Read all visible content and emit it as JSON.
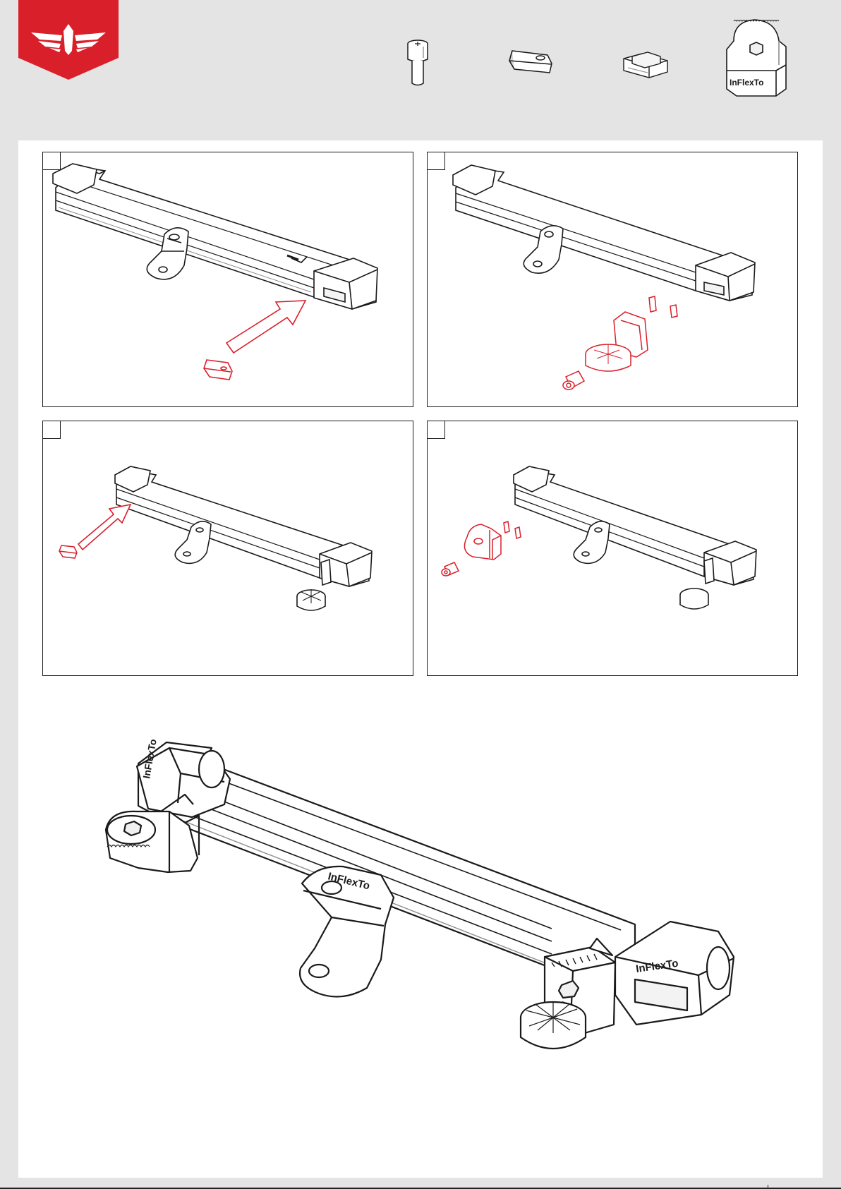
{
  "brand": {
    "accent": "#d91f2a",
    "line": "#1a1a1a",
    "sheet": "#ffffff",
    "background": "#e4e4e4"
  },
  "logo": {
    "icon": "winged-emblem-icon"
  },
  "parts": [
    {
      "name": "cap-screw",
      "icon": "cap-screw-icon"
    },
    {
      "name": "slot-nut",
      "icon": "slot-nut-icon"
    },
    {
      "name": "clamp-block",
      "icon": "clamp-block-icon"
    },
    {
      "name": "ratchet-knob-clamp",
      "icon": "ratchet-knob-clamp-icon"
    }
  ],
  "steps": [
    {
      "highlight": "slot-nut"
    },
    {
      "highlight": "ratchet-clamp-assembly"
    },
    {
      "highlight": "slot-nut"
    },
    {
      "highlight": "ratchet-clamp-assembly"
    }
  ]
}
